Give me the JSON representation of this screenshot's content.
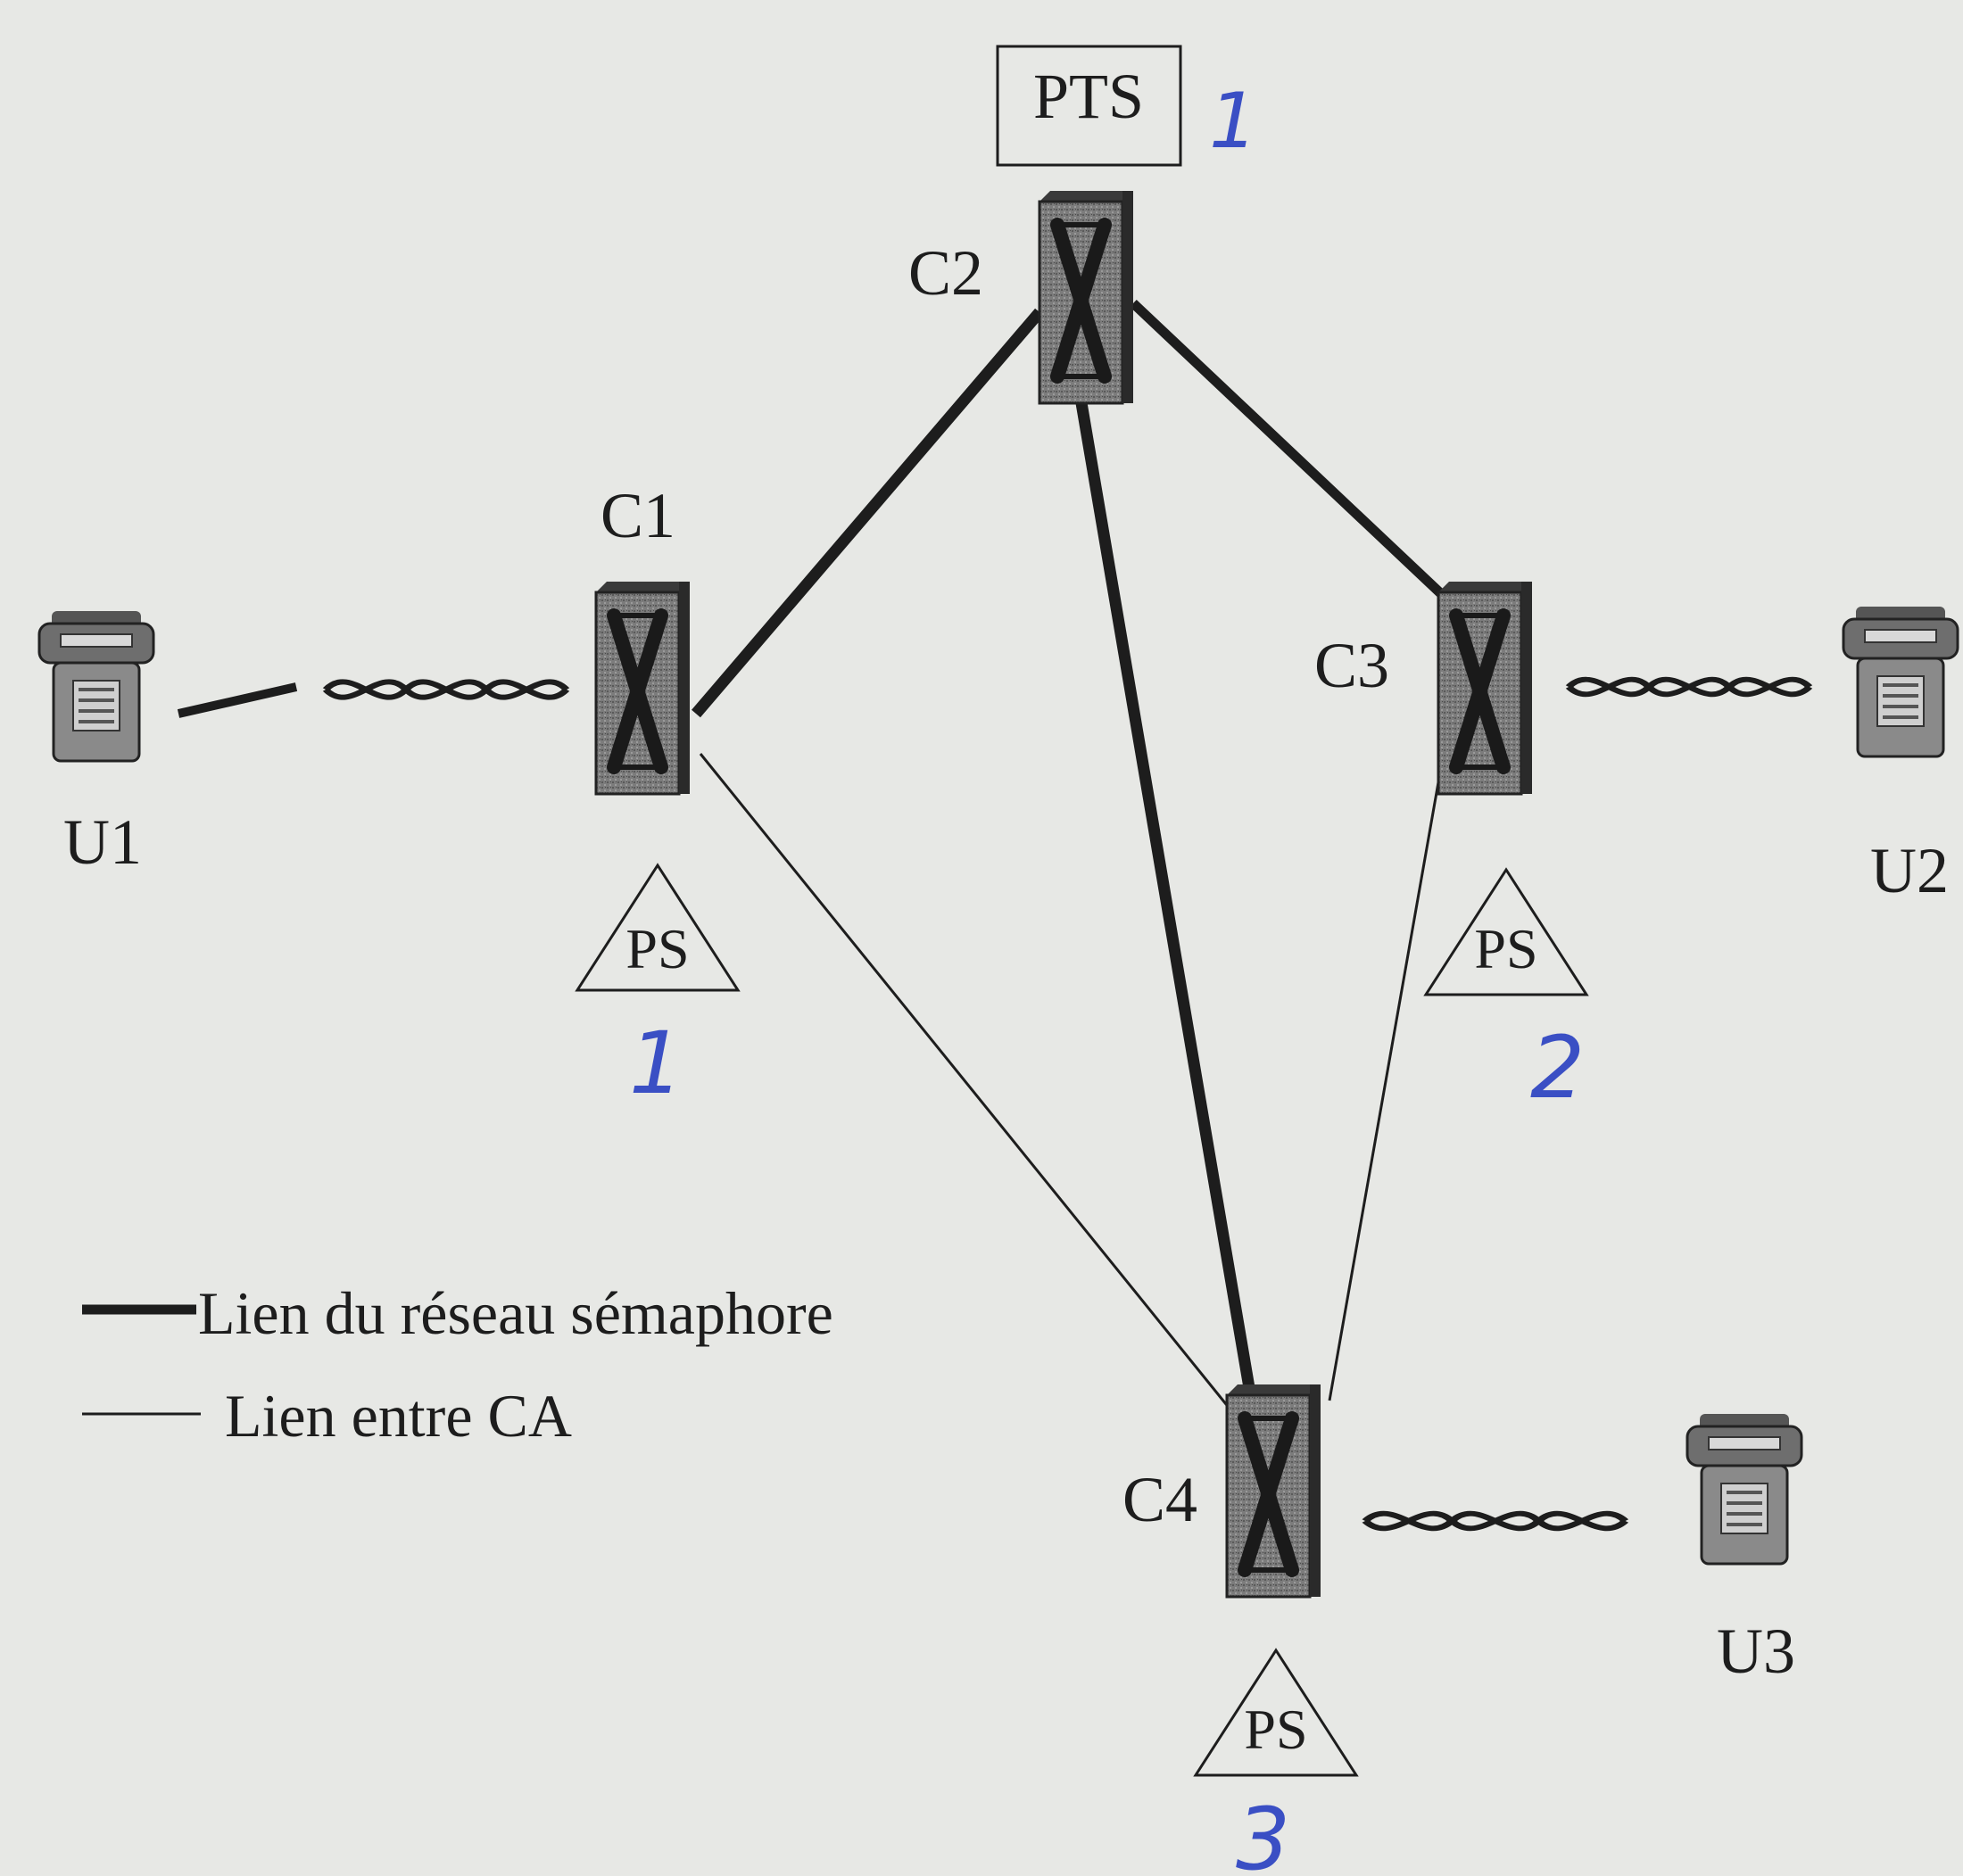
{
  "diagram": {
    "pts": {
      "label": "PTS",
      "annotation": "1"
    },
    "nodes": [
      {
        "id": "C1",
        "label": "C1"
      },
      {
        "id": "C2",
        "label": "C2"
      },
      {
        "id": "C3",
        "label": "C3"
      },
      {
        "id": "C4",
        "label": "C4"
      }
    ],
    "users": [
      {
        "id": "U1",
        "label": "U1"
      },
      {
        "id": "U2",
        "label": "U2"
      },
      {
        "id": "U3",
        "label": "U3"
      }
    ],
    "signaling_points": [
      {
        "label": "PS",
        "annotation": "1"
      },
      {
        "label": "PS",
        "annotation": "2"
      },
      {
        "label": "PS",
        "annotation": "3"
      }
    ],
    "legend": {
      "semaphore_link": "Lien du réseau sémaphore",
      "ca_link": "Lien entre CA"
    },
    "colors": {
      "background": "#e7e8e5",
      "line": "#1d1d1d",
      "handwriting": "#3a4fc4"
    }
  }
}
